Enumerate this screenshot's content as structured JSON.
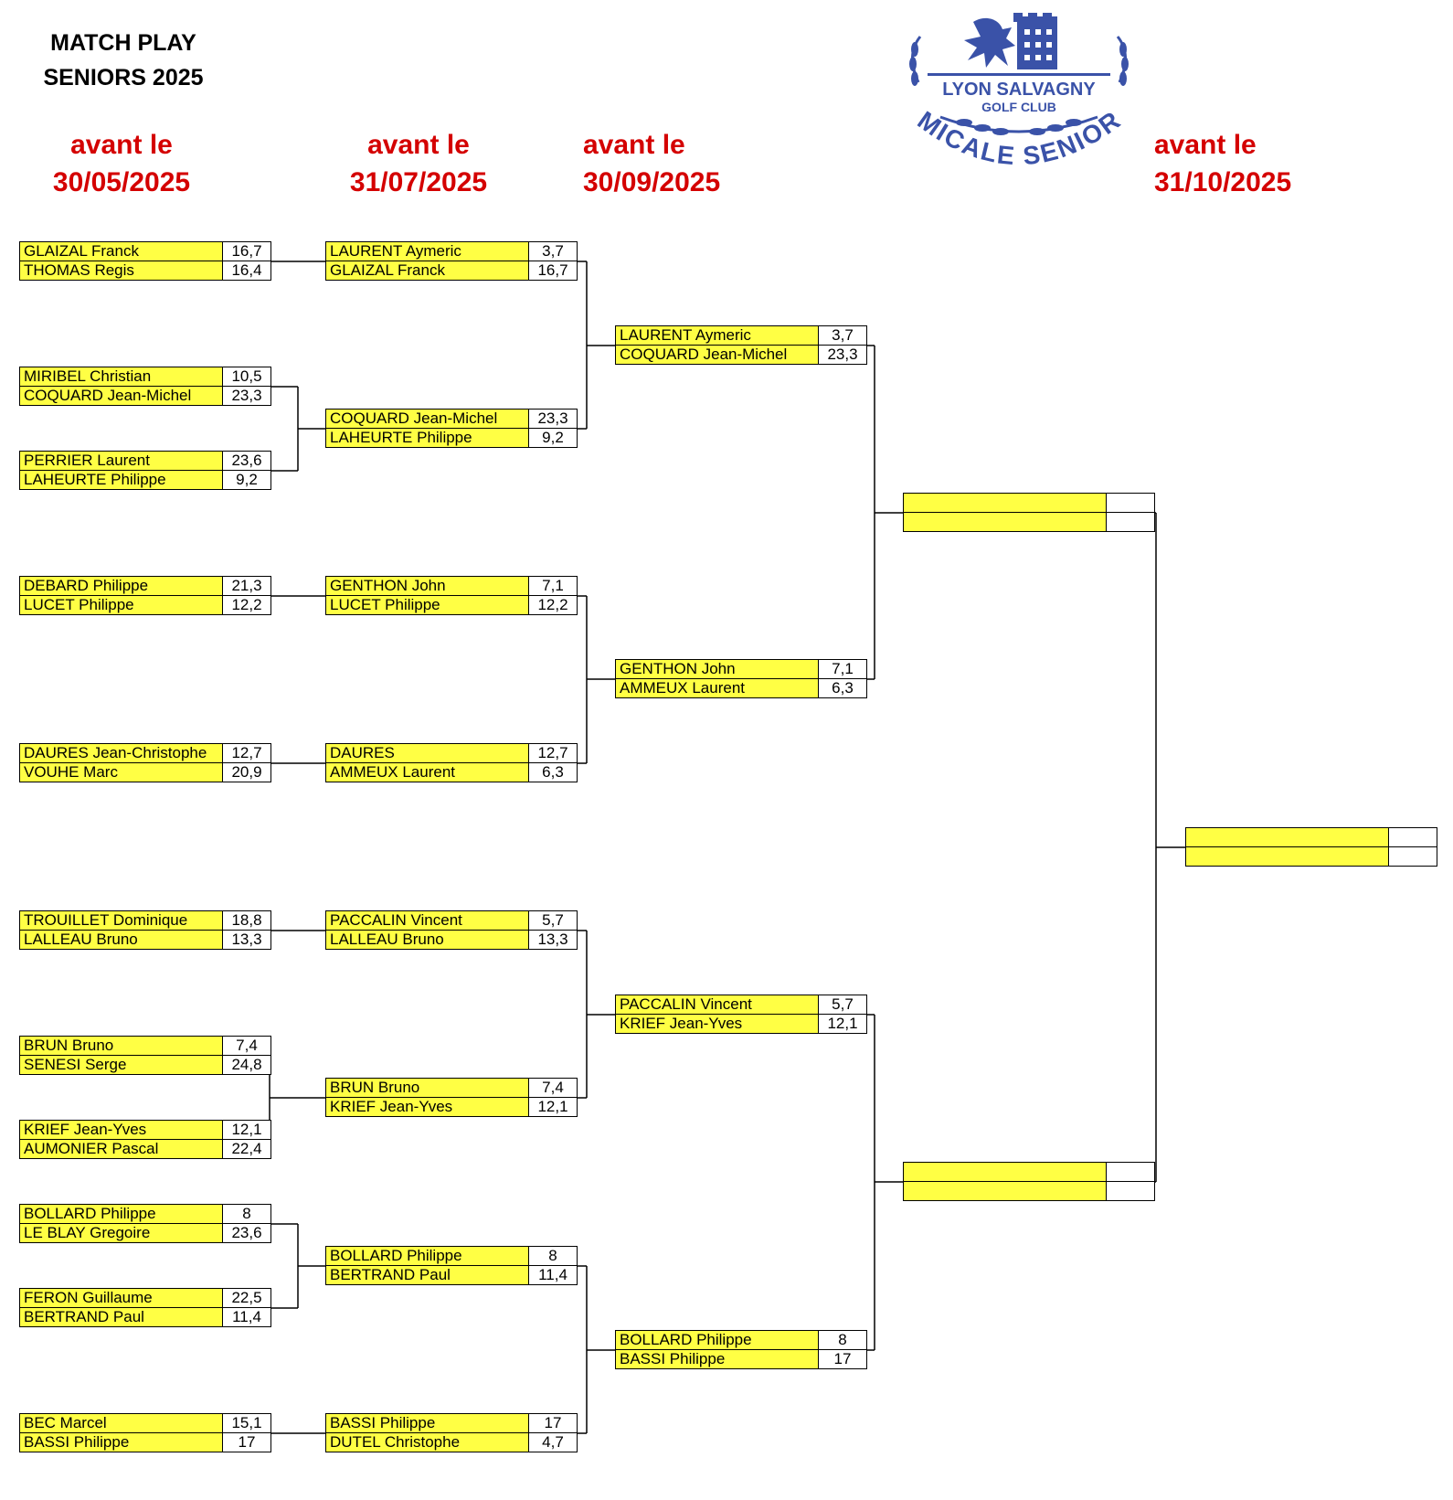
{
  "header": {
    "title_line1": "MATCH PLAY",
    "title_line2": "SENIORS 2025"
  },
  "logo": {
    "line1": "LYON SALVAGNY",
    "line2": "GOLF CLUB",
    "line3": "AMICALE SENIORS",
    "color": "#3a52a8"
  },
  "deadlines": [
    {
      "label": "avant le",
      "date": "30/05/2025"
    },
    {
      "label": "avant le",
      "date": "31/07/2025"
    },
    {
      "label": "avant le",
      "date": "30/09/2025"
    },
    {
      "label": "avant le",
      "date": "31/10/2025"
    }
  ],
  "colors": {
    "name_cell": "#ffff44",
    "deadline": "#d40000",
    "lines": "#000000"
  },
  "round1": [
    {
      "p1": {
        "name": "GLAIZAL Franck",
        "hcp": "16,7"
      },
      "p2": {
        "name": "THOMAS Regis",
        "hcp": "16,4"
      }
    },
    {
      "p1": {
        "name": "MIRIBEL Christian",
        "hcp": "10,5"
      },
      "p2": {
        "name": "COQUARD Jean-Michel",
        "hcp": "23,3"
      }
    },
    {
      "p1": {
        "name": "PERRIER Laurent",
        "hcp": "23,6"
      },
      "p2": {
        "name": "LAHEURTE Philippe",
        "hcp": "9,2"
      }
    },
    {
      "p1": {
        "name": "DEBARD Philippe",
        "hcp": "21,3"
      },
      "p2": {
        "name": "LUCET Philippe",
        "hcp": "12,2"
      }
    },
    {
      "p1": {
        "name": "DAURES Jean-Christophe",
        "hcp": "12,7"
      },
      "p2": {
        "name": "VOUHE Marc",
        "hcp": "20,9"
      }
    },
    {
      "p1": {
        "name": "TROUILLET Dominique",
        "hcp": "18,8"
      },
      "p2": {
        "name": "LALLEAU Bruno",
        "hcp": "13,3"
      }
    },
    {
      "p1": {
        "name": "BRUN Bruno",
        "hcp": "7,4"
      },
      "p2": {
        "name": "SENESI Serge",
        "hcp": "24,8"
      }
    },
    {
      "p1": {
        "name": "KRIEF Jean-Yves",
        "hcp": "12,1"
      },
      "p2": {
        "name": "AUMONIER Pascal",
        "hcp": "22,4"
      }
    },
    {
      "p1": {
        "name": "BOLLARD Philippe",
        "hcp": "8"
      },
      "p2": {
        "name": "LE BLAY Gregoire",
        "hcp": "23,6"
      }
    },
    {
      "p1": {
        "name": "FERON Guillaume",
        "hcp": "22,5"
      },
      "p2": {
        "name": "BERTRAND Paul",
        "hcp": "11,4"
      }
    },
    {
      "p1": {
        "name": "BEC Marcel",
        "hcp": "15,1"
      },
      "p2": {
        "name": "BASSI Philippe",
        "hcp": "17"
      }
    }
  ],
  "round2": [
    {
      "p1": {
        "name": "LAURENT Aymeric",
        "hcp": "3,7"
      },
      "p2": {
        "name": "GLAIZAL Franck",
        "hcp": "16,7"
      }
    },
    {
      "p1": {
        "name": "COQUARD Jean-Michel",
        "hcp": "23,3"
      },
      "p2": {
        "name": "LAHEURTE Philippe",
        "hcp": "9,2"
      }
    },
    {
      "p1": {
        "name": "GENTHON John",
        "hcp": "7,1"
      },
      "p2": {
        "name": "LUCET Philippe",
        "hcp": "12,2"
      }
    },
    {
      "p1": {
        "name": "DAURES",
        "hcp": "12,7"
      },
      "p2": {
        "name": "AMMEUX Laurent",
        "hcp": "6,3"
      }
    },
    {
      "p1": {
        "name": "PACCALIN Vincent",
        "hcp": "5,7"
      },
      "p2": {
        "name": "LALLEAU Bruno",
        "hcp": "13,3"
      }
    },
    {
      "p1": {
        "name": "BRUN Bruno",
        "hcp": "7,4"
      },
      "p2": {
        "name": "KRIEF Jean-Yves",
        "hcp": "12,1"
      }
    },
    {
      "p1": {
        "name": "BOLLARD Philippe",
        "hcp": "8"
      },
      "p2": {
        "name": "BERTRAND Paul",
        "hcp": "11,4"
      }
    },
    {
      "p1": {
        "name": "BASSI Philippe",
        "hcp": "17"
      },
      "p2": {
        "name": "DUTEL Christophe",
        "hcp": "4,7"
      }
    }
  ],
  "round3": [
    {
      "p1": {
        "name": "LAURENT Aymeric",
        "hcp": "3,7"
      },
      "p2": {
        "name": "COQUARD Jean-Michel",
        "hcp": "23,3"
      }
    },
    {
      "p1": {
        "name": "GENTHON John",
        "hcp": "7,1"
      },
      "p2": {
        "name": "AMMEUX Laurent",
        "hcp": "6,3"
      }
    },
    {
      "p1": {
        "name": "PACCALIN Vincent",
        "hcp": "5,7"
      },
      "p2": {
        "name": "KRIEF Jean-Yves",
        "hcp": "12,1"
      }
    },
    {
      "p1": {
        "name": "BOLLARD Philippe",
        "hcp": "8"
      },
      "p2": {
        "name": "BASSI Philippe",
        "hcp": "17"
      }
    }
  ],
  "semifinals": [
    {
      "p1": {
        "name": "",
        "hcp": ""
      },
      "p2": {
        "name": "",
        "hcp": ""
      }
    },
    {
      "p1": {
        "name": "",
        "hcp": ""
      },
      "p2": {
        "name": "",
        "hcp": ""
      }
    }
  ],
  "final": {
    "p1": {
      "name": "",
      "hcp": ""
    },
    "p2": {
      "name": "",
      "hcp": ""
    }
  }
}
